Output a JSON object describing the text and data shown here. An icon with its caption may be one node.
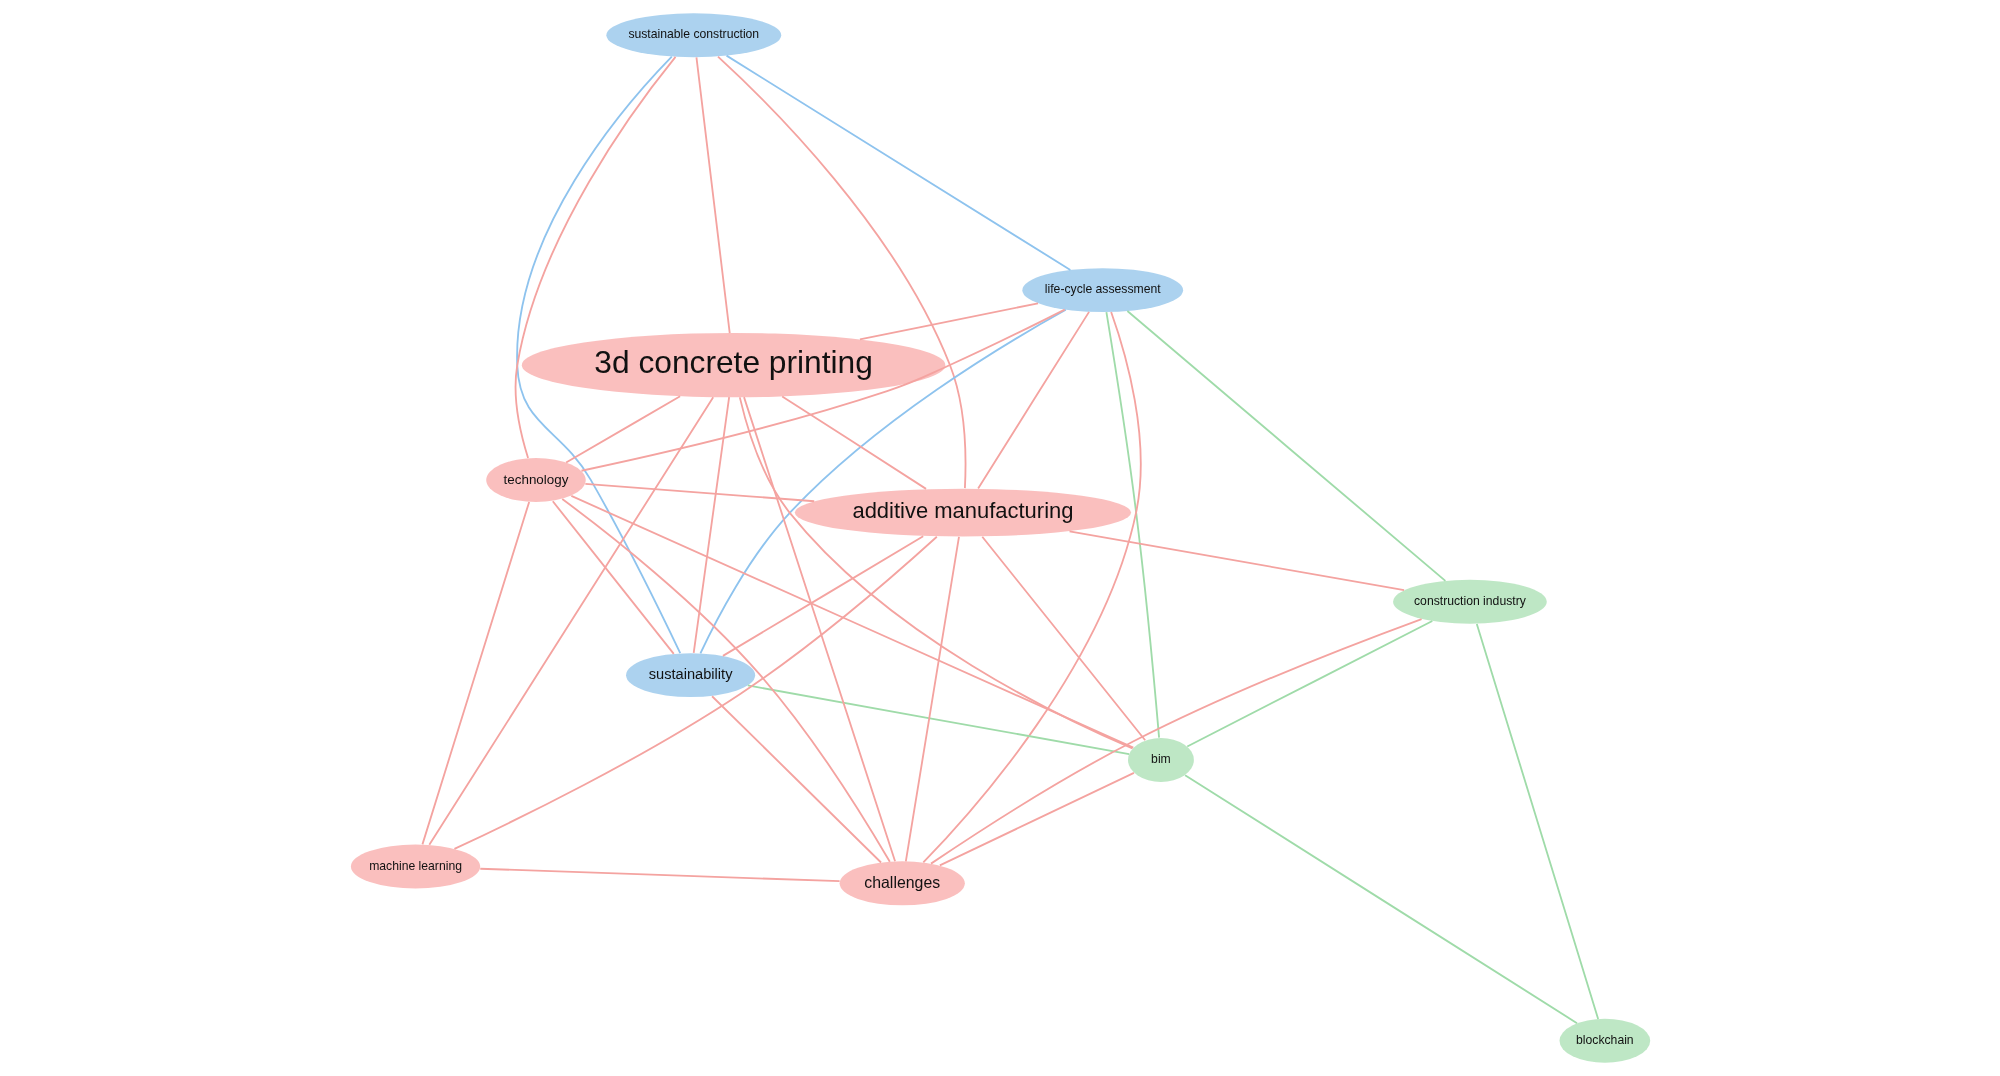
{
  "diagram": {
    "nodes": [
      {
        "text": [
          "sustainable construction"
        ]
      },
      {
        "text": [
          "life-cycle assessment"
        ]
      },
      {
        "text": [
          "sustainability"
        ]
      },
      {
        "text": [
          "3d concrete printing"
        ]
      },
      {
        "text": [
          "additive manufacturing"
        ]
      },
      {
        "text": [
          "bim"
        ]
      },
      {
        "text": [
          "construction industry"
        ]
      },
      {
        "text": [
          "blockchain"
        ]
      },
      {
        "text": [
          "technology"
        ]
      },
      {
        "text": [
          "challenges"
        ]
      },
      {
        "text": [
          "machine learning"
        ]
      }
    ],
    "edges": [
      {
        "from": 0,
        "to": 1,
        "arrow": "none",
        "color": "#8ec3ee"
      },
      {
        "from": 0,
        "to": 2,
        "arrow": "none",
        "color": "#8ec3ee"
      },
      {
        "from": 0,
        "to": 3,
        "arrow": "none"
      },
      {
        "from": 0,
        "to": 4,
        "arrow": "none"
      },
      {
        "from": 0,
        "to": 8,
        "arrow": "none"
      },
      {
        "from": 1,
        "to": 2,
        "arrow": "none",
        "color": "#8ec3ee"
      },
      {
        "from": 1,
        "to": 3,
        "arrow": "none"
      },
      {
        "from": 1,
        "to": 4,
        "arrow": "none"
      },
      {
        "from": 1,
        "to": 5,
        "arrow": "none",
        "color": "#9fdba9"
      },
      {
        "from": 1,
        "to": 6,
        "arrow": "none",
        "color": "#9fdba9"
      },
      {
        "from": 1,
        "to": 8,
        "arrow": "none"
      },
      {
        "from": 1,
        "to": 9,
        "arrow": "none"
      },
      {
        "from": 2,
        "to": 3,
        "arrow": "none"
      },
      {
        "from": 2,
        "to": 4,
        "arrow": "none"
      },
      {
        "from": 2,
        "to": 5,
        "arrow": "none",
        "color": "#9fdba9"
      },
      {
        "from": 2,
        "to": 8,
        "arrow": "none"
      },
      {
        "from": 2,
        "to": 9,
        "arrow": "none"
      },
      {
        "from": 3,
        "to": 4,
        "arrow": "none"
      },
      {
        "from": 3,
        "to": 8,
        "arrow": "none"
      },
      {
        "from": 3,
        "to": 9,
        "arrow": "none"
      },
      {
        "from": 3,
        "to": 10,
        "arrow": "none"
      },
      {
        "from": 3,
        "to": 5,
        "arrow": "none"
      },
      {
        "from": 4,
        "to": 8,
        "arrow": "none"
      },
      {
        "from": 4,
        "to": 9,
        "arrow": "none"
      },
      {
        "from": 4,
        "to": 10,
        "arrow": "none"
      },
      {
        "from": 4,
        "to": 5,
        "arrow": "none"
      },
      {
        "from": 4,
        "to": 6,
        "arrow": "none"
      },
      {
        "from": 8,
        "to": 9,
        "arrow": "none"
      },
      {
        "from": 8,
        "to": 5,
        "arrow": "none"
      },
      {
        "from": 8,
        "to": 10,
        "arrow": "none"
      },
      {
        "from": 9,
        "to": 5,
        "arrow": "none"
      },
      {
        "from": 9,
        "to": 6,
        "arrow": "none"
      },
      {
        "from": 9,
        "to": 10,
        "arrow": "none"
      },
      {
        "from": 5,
        "to": 6,
        "arrow": "none",
        "color": "#9fdba9"
      },
      {
        "from": 5,
        "to": 7,
        "arrow": "none",
        "color": "#9fdba9"
      },
      {
        "from": 6,
        "to": 7,
        "arrow": "none",
        "color": "#9fdba9"
      }
    ]
  }
}
